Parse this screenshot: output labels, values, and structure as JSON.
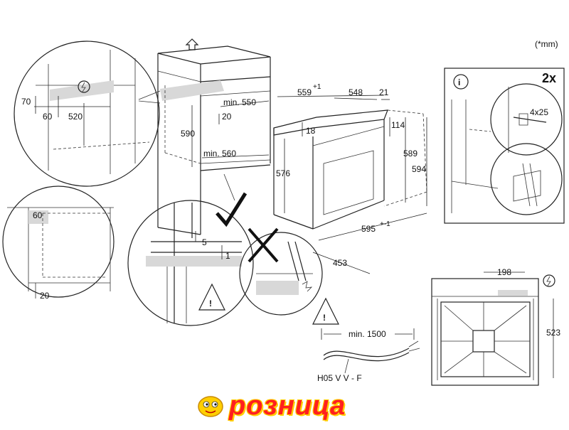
{
  "unit_note": "(*mm)",
  "quantity_label": "2x",
  "screw_label": "4x25",
  "cable_label": "H05 V V - F",
  "cable_min": "min. 1500",
  "logo_text": "розница",
  "dims": {
    "d70": "70",
    "d60a": "60",
    "d520": "520",
    "d60b": "60",
    "d20a": "20",
    "min550": "min. 550",
    "d20b": "20",
    "d590": "590",
    "min560": "min. 560",
    "d559": "559",
    "d559sup": "+1",
    "d548": "548",
    "d21": "21",
    "d18": "18",
    "d114": "114",
    "d589": "589",
    "d594": "594",
    "d576": "576",
    "d595": "595",
    "d595sup": "+-1",
    "d453": "453",
    "d5": "5",
    "d1": "1",
    "d198": "198",
    "d523": "523"
  },
  "icons": {
    "info": "i",
    "warning": "!"
  }
}
